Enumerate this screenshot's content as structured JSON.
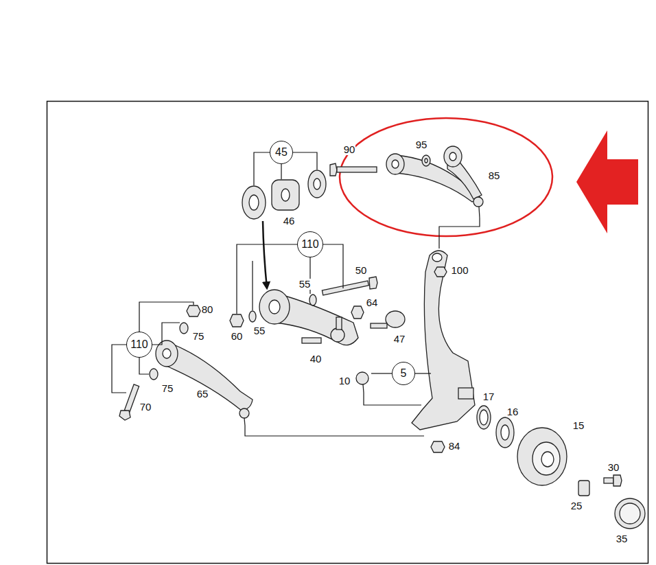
{
  "diagram": {
    "nodes": [
      {
        "text": [
          "45"
        ]
      },
      {
        "text": [
          "110"
        ]
      },
      {
        "text": [
          "110"
        ]
      },
      {
        "text": [
          "5"
        ]
      }
    ],
    "labels": [
      "90",
      "95",
      "85",
      "46",
      "100",
      "50",
      "55",
      "64",
      "80",
      "60",
      "55",
      "75",
      "47",
      "40",
      "10",
      "75",
      "65",
      "17",
      "70",
      "16",
      "15",
      "84",
      "30",
      "25",
      "35"
    ]
  }
}
